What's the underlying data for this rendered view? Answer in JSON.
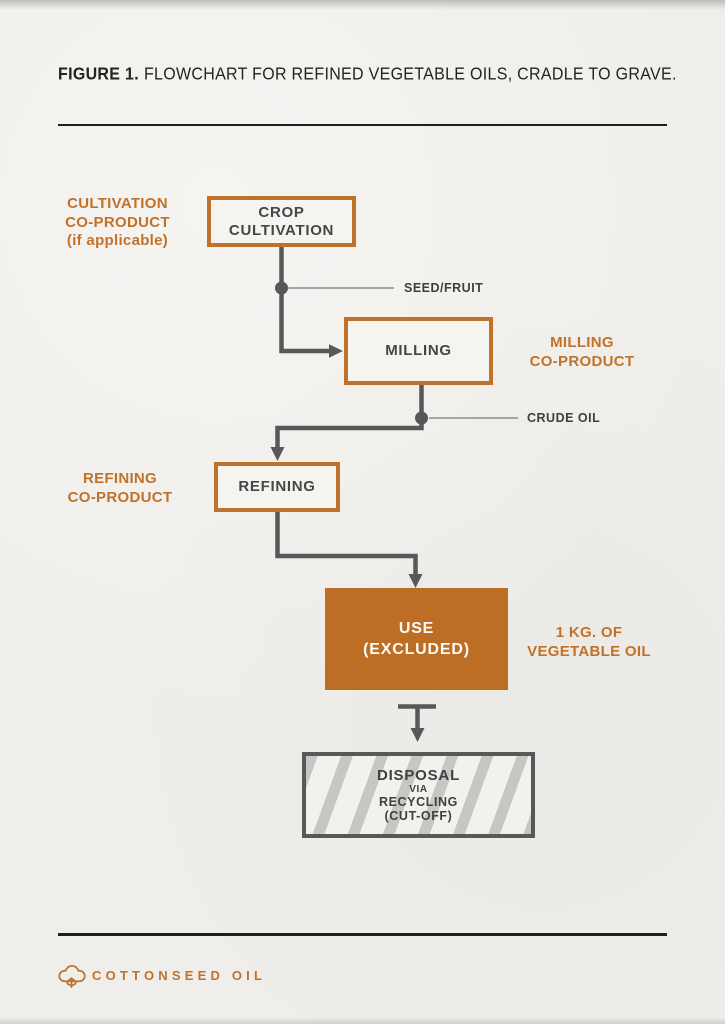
{
  "header": {
    "figure_label": "FIGURE 1.",
    "figure_caption": "FLOWCHART FOR REFINED VEGETABLE OILS, CRADLE TO GRAVE."
  },
  "flowchart": {
    "boxes": {
      "crop_cultivation": {
        "lines": [
          "CROP",
          "CULTIVATION"
        ]
      },
      "milling": {
        "lines": [
          "MILLING"
        ]
      },
      "refining": {
        "lines": [
          "REFINING"
        ]
      },
      "use": {
        "lines": [
          "USE",
          "(EXCLUDED)"
        ]
      },
      "disposal": {
        "lines": [
          "DISPOSAL",
          "VIA",
          "RECYCLING",
          "(CUT-OFF)"
        ]
      }
    },
    "side_labels": {
      "cultivation_coproduct": [
        "CULTIVATION",
        "CO-PRODUCT",
        "(if applicable)"
      ],
      "milling_coproduct": [
        "MILLING",
        "CO-PRODUCT"
      ],
      "refining_coproduct": [
        "REFINING",
        "CO-PRODUCT"
      ],
      "functional_unit": [
        "1 KG. OF",
        "VEGETABLE OIL"
      ]
    },
    "stream_labels": {
      "seed_fruit": "SEED/FRUIT",
      "crude_oil": "CRUDE OIL"
    }
  },
  "footer": {
    "brand": "COTTONSEED OIL"
  },
  "colors": {
    "accent_orange": "#C1722A",
    "use_fill_orange": "#BE6D24",
    "connector_dark": "#57585A",
    "thin_line_gray": "#8B8D90",
    "text_dark": "#454648",
    "paper": "#F0EEEA"
  }
}
